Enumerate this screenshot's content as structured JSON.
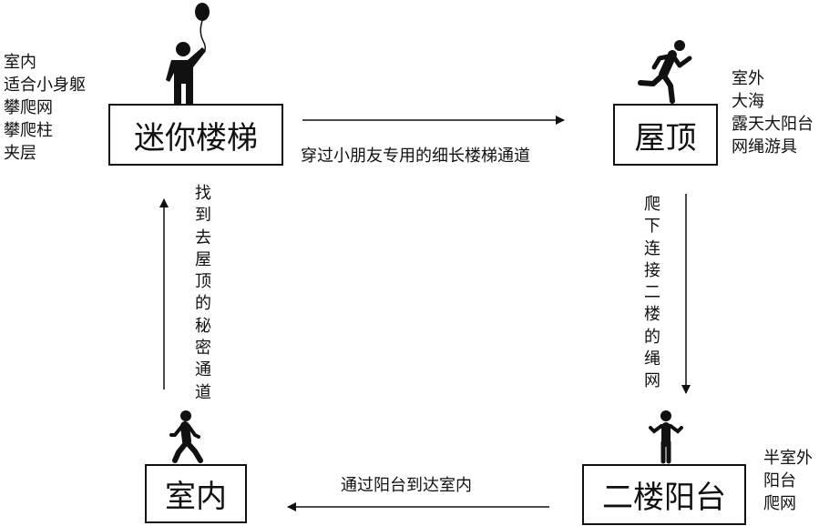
{
  "nodes": {
    "mini_stairs": {
      "label": "迷你楼梯",
      "notes": [
        "室内",
        "适合小身躯",
        "攀爬网",
        "攀爬柱",
        "夹层"
      ]
    },
    "roof": {
      "label": "屋顶",
      "notes": [
        "室外",
        "大海",
        "露天大阳台",
        "网绳游具"
      ]
    },
    "balcony": {
      "label": "二楼阳台",
      "notes": [
        "半室外",
        "阳台",
        "爬网"
      ]
    },
    "indoor": {
      "label": "室内"
    }
  },
  "edges": {
    "stairs_to_roof": "穿过小朋友专用的细长楼梯通道",
    "roof_to_balcony": "爬下连接二楼的绳网",
    "balcony_to_indoor": "通过阳台到达室内",
    "indoor_to_stairs": "找到去屋顶的秘密通道"
  }
}
